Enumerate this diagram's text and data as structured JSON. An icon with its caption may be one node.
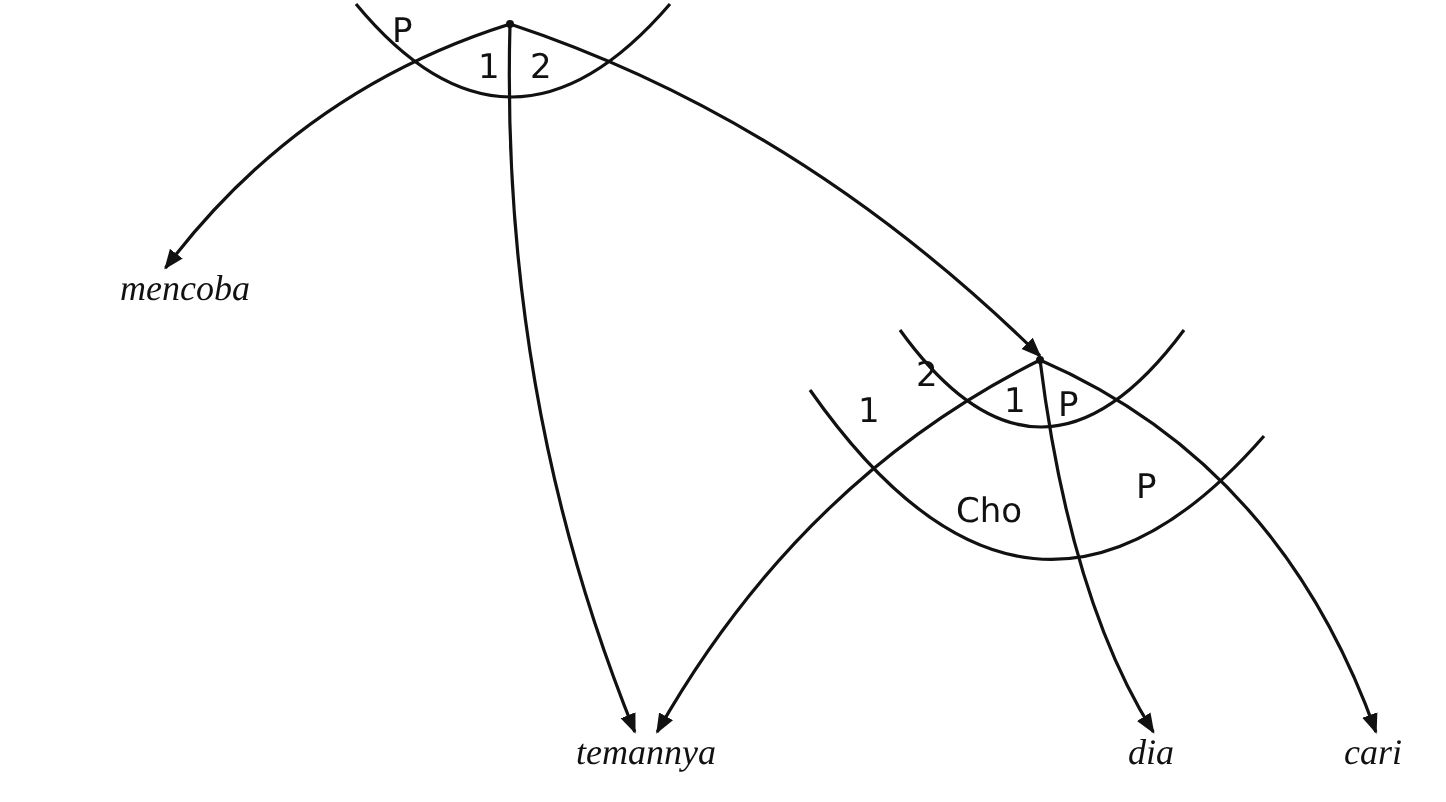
{
  "diagram": {
    "nodes": [
      {
        "text": [],
        "shape": "point"
      },
      {
        "text": [
          "mencoba"
        ]
      },
      {
        "text": [
          "temannya"
        ]
      },
      {
        "text": [
          "dia"
        ]
      },
      {
        "text": [
          "cari"
        ]
      },
      {
        "text": [],
        "shape": "point"
      }
    ],
    "edges": [
      {
        "from": 0,
        "to": 1,
        "arrow": "to"
      },
      {
        "from": 0,
        "to": 2,
        "arrow": "to"
      },
      {
        "from": 0,
        "to": 5,
        "arrow": "to"
      },
      {
        "from": 5,
        "to": 2,
        "arrow": "to"
      },
      {
        "from": 5,
        "to": 3,
        "arrow": "to"
      },
      {
        "from": 5,
        "to": 4,
        "arrow": "to"
      }
    ],
    "labels": [
      "P",
      "1",
      "2",
      "2",
      "1",
      "1",
      "P",
      "P",
      "Cho"
    ]
  }
}
